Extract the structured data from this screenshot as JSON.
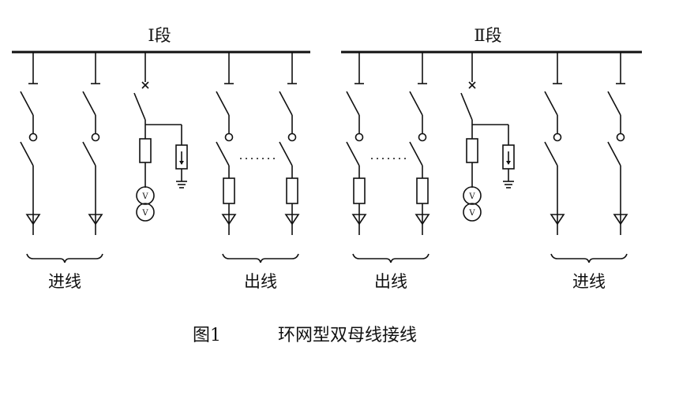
{
  "diagram": {
    "bus_left_label": "Ⅰ段",
    "bus_right_label": "Ⅱ段",
    "group_incoming_left": "进线",
    "group_outgoing_left": "出线",
    "group_outgoing_right": "出线",
    "group_incoming_right": "进线",
    "caption_number": "图1",
    "caption_title": "环网型双母线接线",
    "voltage_symbol": "V"
  }
}
